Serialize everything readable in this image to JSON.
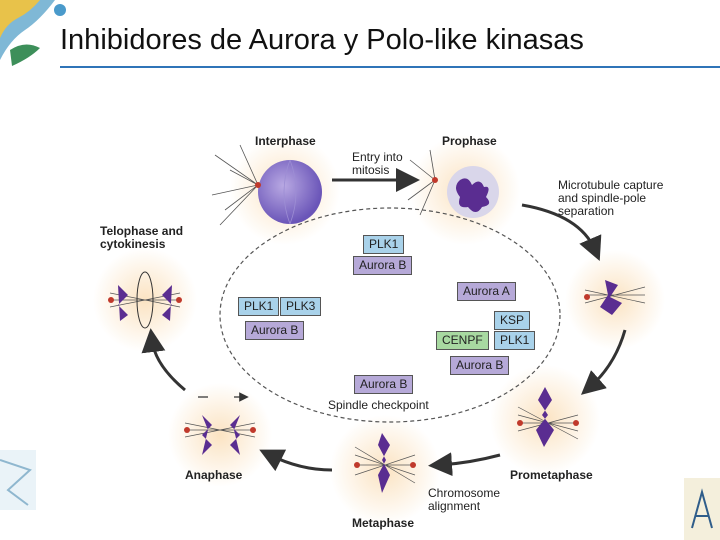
{
  "slide": {
    "title": "Inhibidores de Aurora y Polo-like kinasas"
  },
  "phases": {
    "interphase": "Interphase",
    "prophase": "Prophase",
    "prometaphase": "Prometaphase",
    "metaphase": "Metaphase",
    "anaphase": "Anaphase",
    "telophase_line1": "Telophase and",
    "telophase_line2": "cytokinesis"
  },
  "transitions": {
    "entry_line1": "Entry into",
    "entry_line2": "mitosis",
    "capture_line1": "Microtubule capture",
    "capture_line2": "and spindle-pole",
    "capture_line3": "separation",
    "align_line1": "Chromosome",
    "align_line2": "alignment"
  },
  "kinases": {
    "plk1_top": "PLK1",
    "aurora_b_top": "Aurora B",
    "aurora_a": "Aurora A",
    "ksp": "KSP",
    "cenpf": "CENPF",
    "plk1_right": "PLK1",
    "aurora_b_right": "Aurora B",
    "plk1_left": "PLK1",
    "plk3_left": "PLK3",
    "aurora_b_left": "Aurora B",
    "aurora_b_bottom": "Aurora B",
    "spindle_checkpoint": "Spindle checkpoint"
  },
  "colors": {
    "plk": "#a9d2ea",
    "aurora": "#b6a9d8",
    "cenpf": "#a8d9a1",
    "chromosome": "#5a2d91",
    "accent": "#2f74b8"
  }
}
